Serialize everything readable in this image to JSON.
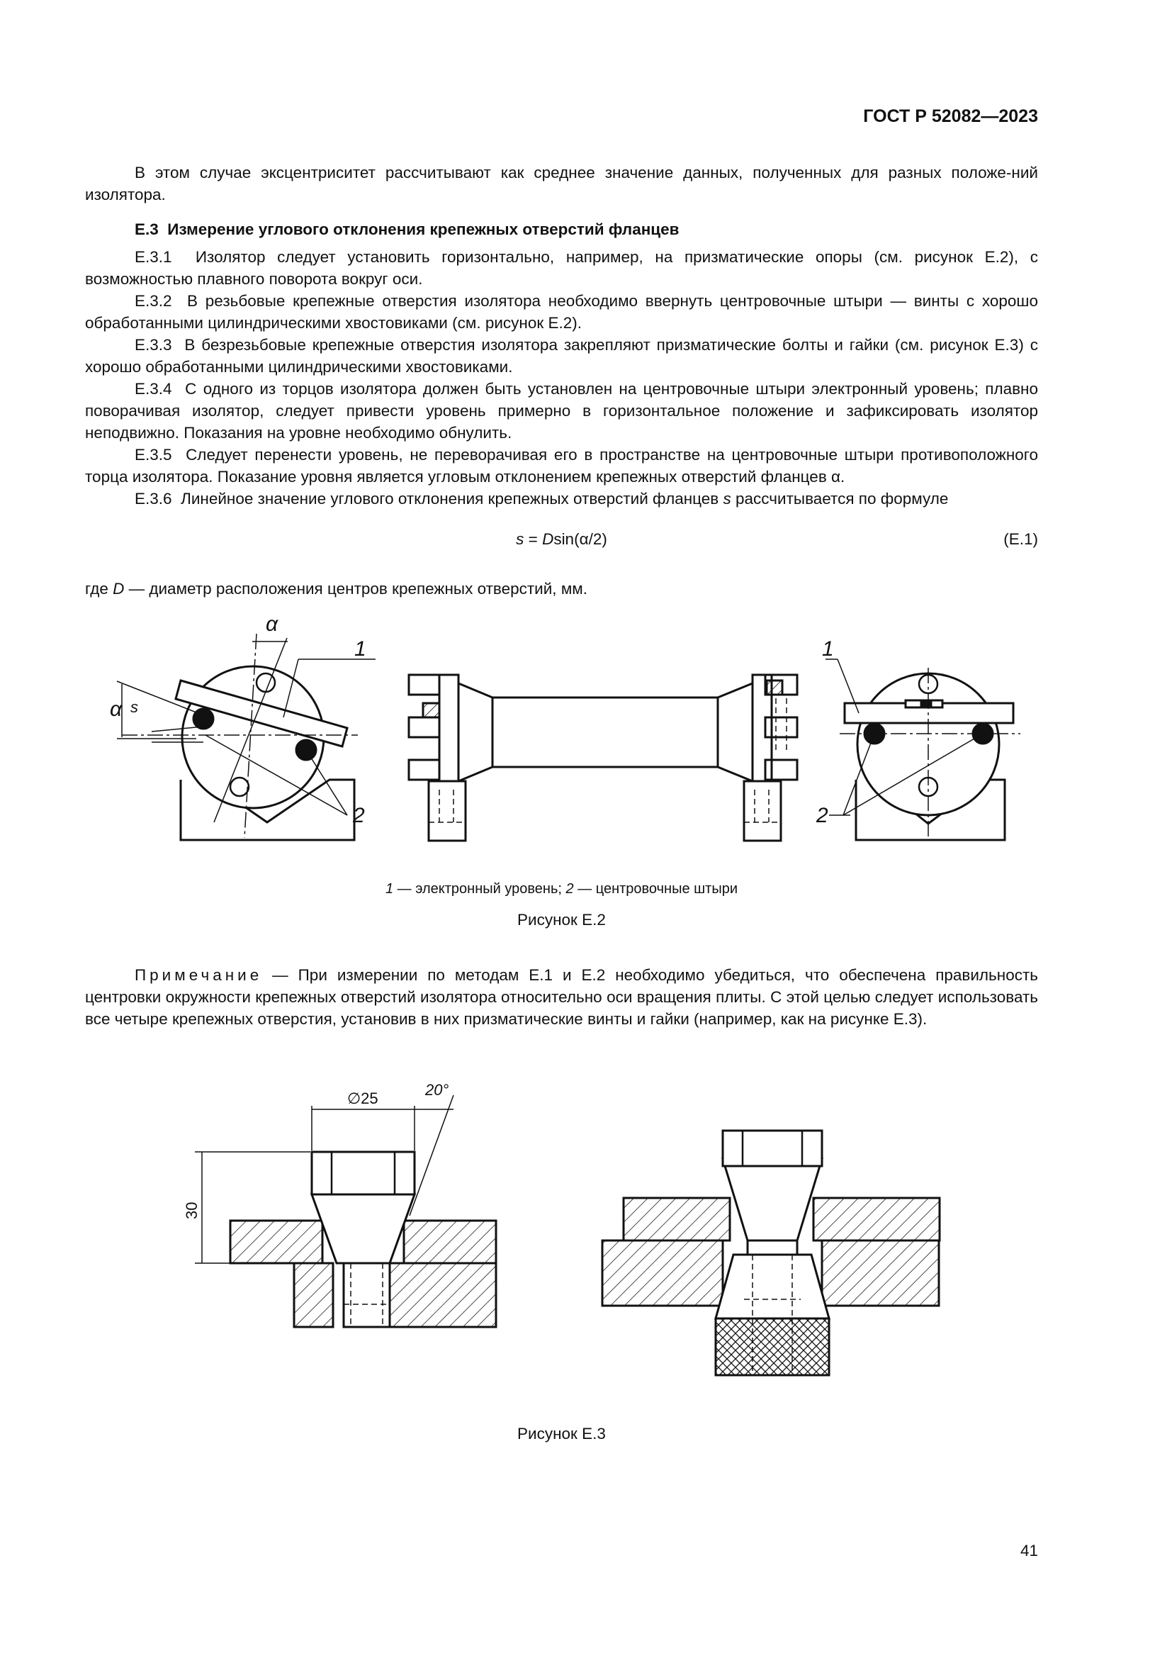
{
  "header": {
    "code": "ГОСТ Р 52082—2023"
  },
  "intro_paragraph": "В этом случае эксцентриситет рассчитывают как среднее значение данных, полученных для разных положе-ний изолятора.",
  "section": {
    "number": "Е.3",
    "title": "Измерение углового отклонения крепежных отверстий фланцев"
  },
  "items": [
    {
      "id": "Е.3.1",
      "text": "Изолятор следует установить горизонтально, например, на призматические опоры (см. рисунок Е.2), с возможностью плавного поворота вокруг оси."
    },
    {
      "id": "Е.3.2",
      "text": "В резьбовые крепежные отверстия изолятора необходимо ввернуть центровочные штыри — винты с хорошо обработанными цилиндрическими хвостовиками (см. рисунок Е.2)."
    },
    {
      "id": "Е.3.3",
      "text": "В безрезьбовые крепежные отверстия изолятора закрепляют призматические болты и гайки (см. рисунок Е.3) с хорошо обработанными цилиндрическими хвостовиками."
    },
    {
      "id": "Е.3.4",
      "text": "С одного из торцов изолятора должен быть установлен на центровочные штыри электронный уровень; плавно поворачивая изолятор, следует привести уровень примерно в горизонтальное положение и зафиксировать изолятор неподвижно. Показания на уровне необходимо обнулить."
    },
    {
      "id": "Е.3.5",
      "text": "Следует перенести уровень, не переворачивая его в пространстве на центровочные штыри противоположного торца изолятора. Показание уровня является угловым отклонением крепежных отверстий фланцев α."
    },
    {
      "id": "Е.3.6",
      "text_before": "Линейное значение углового отклонения крепежных отверстий фланцев",
      "var": "s",
      "text_after": "рассчитывается по формуле"
    }
  ],
  "formula": {
    "lhs": "s",
    "eq": " = ",
    "D": "D",
    "rhs": "sin(α/2)",
    "number": "(Е.1)"
  },
  "where": {
    "prefix": "где",
    "var": "D",
    "text": " — диаметр расположения центров крепежных отверстий, мм."
  },
  "figure_e2": {
    "labels": {
      "alpha": "α",
      "s": "s",
      "one": "1",
      "two": "2"
    },
    "legend": {
      "n1": "1",
      "t1": " — электронный уровень; ",
      "n2": "2",
      "t2": " — центровочные штыри"
    },
    "title": "Рисунок Е.2"
  },
  "note": {
    "label": "Примечание",
    "text": " — При измерении по методам Е.1 и Е.2 необходимо убедиться, что обеспечена правильность центровки окружности крепежных отверстий изолятора относительно оси вращения плиты. С этой целью следует использовать все четыре крепежных отверстия, установив в них призматические винты и гайки (например, как на рисунке Е.3)."
  },
  "figure_e3": {
    "dims": {
      "diameter": "∅25",
      "angle": "20°",
      "height": "30"
    },
    "title": "Рисунок Е.3"
  },
  "page_number": "41"
}
